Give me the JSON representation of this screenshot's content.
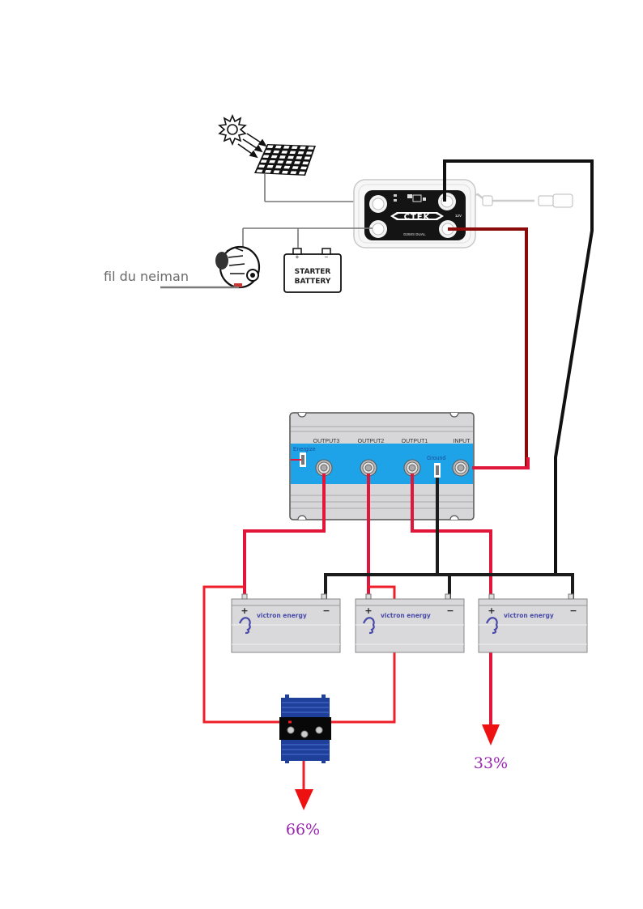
{
  "diagram": {
    "title": "CTEK D250S Dual + battery isolator wiring",
    "annotation_ignition": "fil du neiman",
    "solar_panel": {
      "icon": "solar-panel-icon",
      "sun_icon": "sun-icon"
    },
    "ctek_charger": {
      "brand": "CTEK",
      "model": "D250S DUAL",
      "voltage_label": "12V"
    },
    "starter_battery": {
      "line1": "STARTER",
      "line2": "BATTERY",
      "plus": "+",
      "minus": "−"
    },
    "alternator": {
      "icon": "alternator-icon"
    },
    "isolator": {
      "terminals": [
        "OUTPUT3",
        "OUTPUT2",
        "OUTPUT1",
        "INPUT"
      ],
      "energize_label": "Energize",
      "ground_label": "Ground"
    },
    "batteries": [
      {
        "brand": "victron energy",
        "plus": "+",
        "minus": "−"
      },
      {
        "brand": "victron energy",
        "plus": "+",
        "minus": "−"
      },
      {
        "brand": "victron energy",
        "plus": "+",
        "minus": "−"
      }
    ],
    "outputs": [
      {
        "label": "66%"
      },
      {
        "label": "33%"
      }
    ],
    "colors": {
      "positive_wire": "#e0163b",
      "positive_wire_dark": "#8b0a0a",
      "negative_wire": "#111111",
      "isolator_blue": "#1fa3e8",
      "heatsink_blue": "#1e3f9a",
      "arrow_red": "#ee1111",
      "percent_purple": "#9a27b0",
      "battery_grey": "#d9d9dc"
    }
  }
}
